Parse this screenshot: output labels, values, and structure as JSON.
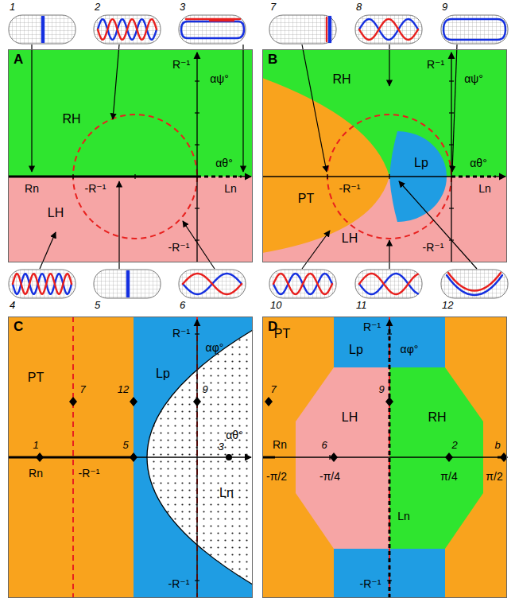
{
  "diagram": {
    "nodes": [
      {
        "text": [
          "1"
        ]
      },
      {
        "text": [
          "2"
        ]
      },
      {
        "text": [
          "3"
        ]
      },
      {
        "text": [
          "7"
        ]
      },
      {
        "text": [
          "8"
        ]
      },
      {
        "text": [
          "9"
        ]
      },
      {
        "text": [
          "A"
        ]
      },
      {
        "text": [
          "B"
        ]
      },
      {
        "text": [
          "4"
        ]
      },
      {
        "text": [
          "5"
        ]
      },
      {
        "text": [
          "6"
        ]
      },
      {
        "text": [
          "10"
        ]
      },
      {
        "text": [
          "11"
        ]
      },
      {
        "text": [
          "12"
        ]
      },
      {
        "text": [
          "C"
        ]
      },
      {
        "text": [
          "D"
        ]
      }
    ],
    "labels": [
      "RH",
      "LH",
      "Rn",
      "-R⁻¹",
      "Ln",
      "R⁻¹",
      "αψ°",
      "αθ°",
      "-R⁻¹",
      "RH",
      "Lp",
      "PT",
      "LH",
      "-R⁻¹",
      "Ln",
      "R⁻¹",
      "αψ°",
      "αθ°",
      "-R⁻¹",
      "PT",
      "Lp",
      "Ln",
      "R⁻¹",
      "αφ°",
      "αθ°",
      "Rn",
      "-R⁻¹",
      "-R⁻¹",
      "7",
      "12",
      "9",
      "1",
      "5",
      "3",
      "PT",
      "Lp",
      "LH",
      "RH",
      "Rn",
      "Ln",
      "R⁻¹",
      "αφ°",
      "-R⁻¹",
      "-π/2",
      "-π/4",
      "π/4",
      "π/2",
      "7",
      "9",
      "6",
      "2",
      "b"
    ]
  }
}
